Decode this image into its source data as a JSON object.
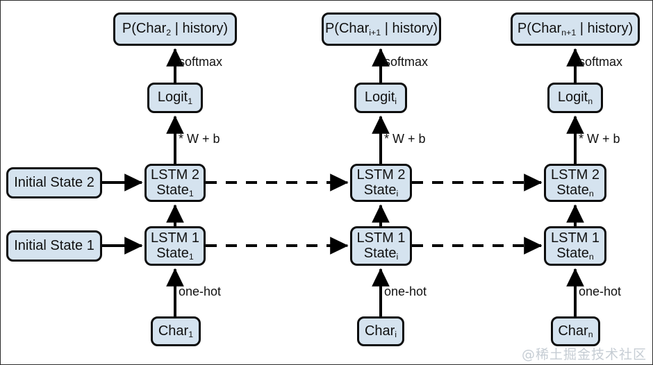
{
  "diagram": {
    "title": "Char-RNN two-layer LSTM unrolled computation graph",
    "colors": {
      "node_fill": "#d5e3ef",
      "node_stroke": "#0d0d0d",
      "arrow": "#000000",
      "background": "#ffffff",
      "watermark": "#c6cdd4"
    },
    "columns": [
      {
        "id": "step-1",
        "prob": {
          "prefix": "P(Char",
          "sub": "2",
          "suffix": " | history)"
        },
        "logit": {
          "prefix": "Logit",
          "sub": "1"
        },
        "lstm2": {
          "line1": "LSTM 2",
          "line2_prefix": "State",
          "line2_sub": "1"
        },
        "lstm1": {
          "line1": "LSTM 1",
          "line2_prefix": "State",
          "line2_sub": "1"
        },
        "char": {
          "prefix": "Char",
          "sub": "1"
        },
        "softmax_label": "softmax",
        "proj_label": "* W + b",
        "onehot_label": "one-hot"
      },
      {
        "id": "step-i",
        "prob": {
          "prefix": "P(Char",
          "sub": "i+1",
          "suffix": " | history)"
        },
        "logit": {
          "prefix": "Logit",
          "sub": "i"
        },
        "lstm2": {
          "line1": "LSTM 2",
          "line2_prefix": "State",
          "line2_sub": "i"
        },
        "lstm1": {
          "line1": "LSTM 1",
          "line2_prefix": "State",
          "line2_sub": "i"
        },
        "char": {
          "prefix": "Char",
          "sub": "i"
        },
        "softmax_label": "softmax",
        "proj_label": "* W + b",
        "onehot_label": "one-hot"
      },
      {
        "id": "step-n",
        "prob": {
          "prefix": "P(Char",
          "sub": "n+1",
          "suffix": " | history)"
        },
        "logit": {
          "prefix": "Logit",
          "sub": "n"
        },
        "lstm2": {
          "line1": "LSTM 2",
          "line2_prefix": "State",
          "line2_sub": "n"
        },
        "lstm1": {
          "line1": "LSTM 1",
          "line2_prefix": "State",
          "line2_sub": "n"
        },
        "char": {
          "prefix": "Char",
          "sub": "n"
        },
        "softmax_label": "softmax",
        "proj_label": "* W + b",
        "onehot_label": "one-hot"
      }
    ],
    "initial_states": [
      {
        "id": "initial-state-2",
        "label": "Initial State 2"
      },
      {
        "id": "initial-state-1",
        "label": "Initial State 1"
      }
    ],
    "watermark": "@稀土掘金技术社区"
  }
}
